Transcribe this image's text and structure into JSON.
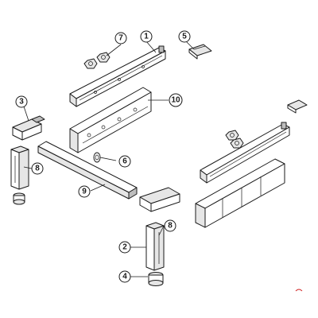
{
  "callouts": [
    {
      "id": "c1",
      "label": "1"
    },
    {
      "id": "c2",
      "label": "2"
    },
    {
      "id": "c3",
      "label": "3"
    },
    {
      "id": "c4",
      "label": "4"
    },
    {
      "id": "c5",
      "label": "5"
    },
    {
      "id": "c6",
      "label": "6"
    },
    {
      "id": "c7",
      "label": "7"
    },
    {
      "id": "c8a",
      "label": "8"
    },
    {
      "id": "c8b",
      "label": "8"
    },
    {
      "id": "c9",
      "label": "9"
    },
    {
      "id": "c10",
      "label": "10"
    }
  ],
  "colors": {
    "line": "#1a1a1a",
    "fill": "#ffffff",
    "shade": "#e6e6e6",
    "accent": "#d32f2f"
  }
}
